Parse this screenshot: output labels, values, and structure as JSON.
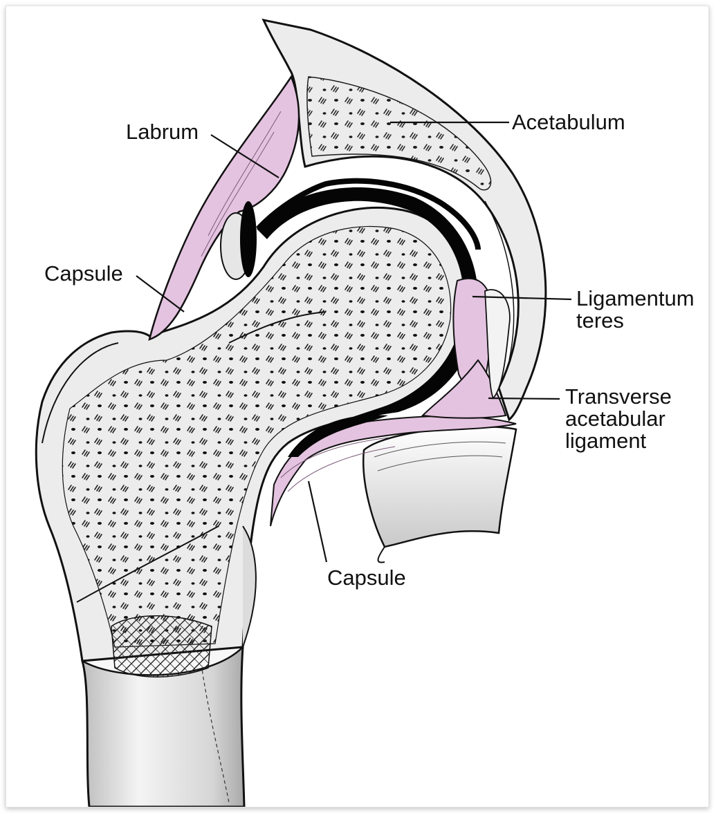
{
  "labels": {
    "labrum": "Labrum",
    "acetabulum": "Acetabulum",
    "capsule_upper": "Capsule",
    "ligamentum_line1": "Ligamentum",
    "ligamentum_line2": "teres",
    "transverse_line1": "Transverse",
    "transverse_line2": "acetabular",
    "transverse_line3": "ligament",
    "capsule_lower": "Capsule"
  },
  "colors": {
    "soft_tissue": "#e4c3e0",
    "bone_fill": "#ececec",
    "outline": "#111111",
    "cartilage": "#050505"
  }
}
